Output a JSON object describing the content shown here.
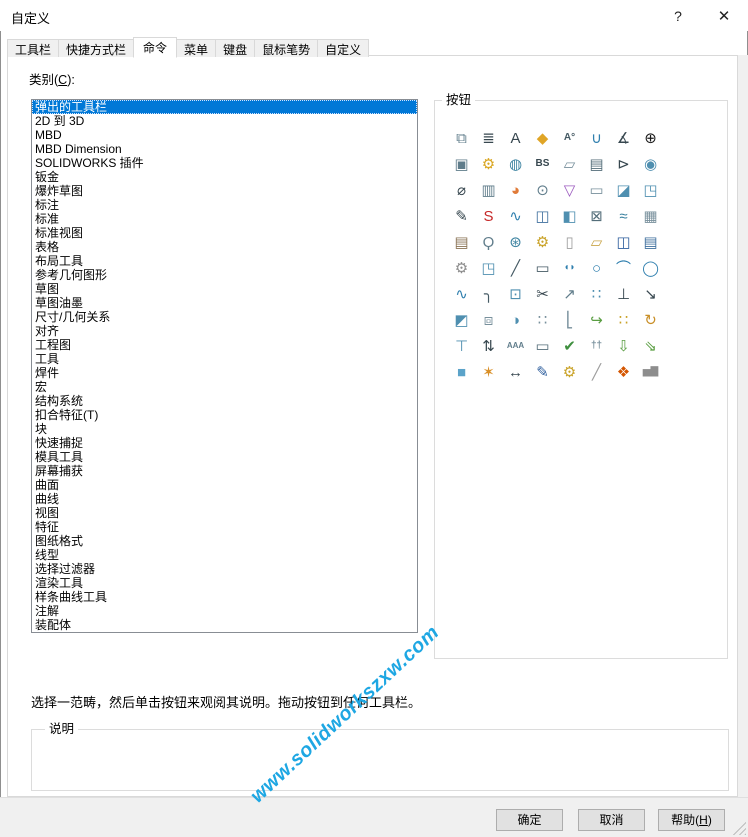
{
  "window": {
    "title": "自定义",
    "help_glyph": "?",
    "close_glyph": "✕"
  },
  "tabs": [
    {
      "name": "toolbars",
      "label": "工具栏",
      "active": false
    },
    {
      "name": "shortcut-bars",
      "label": "快捷方式栏",
      "active": false
    },
    {
      "name": "commands",
      "label": "命令",
      "active": true
    },
    {
      "name": "menus",
      "label": "菜单",
      "active": false
    },
    {
      "name": "keyboard",
      "label": "键盘",
      "active": false
    },
    {
      "name": "mouse-gestures",
      "label": "鼠标笔势",
      "active": false
    },
    {
      "name": "customizations",
      "label": "自定义",
      "active": false
    }
  ],
  "categories": {
    "label_prefix": "类别(",
    "label_key": "C",
    "label_suffix": "):",
    "selected_index": 0,
    "items": [
      "弹出的工具栏",
      "2D 到 3D",
      "MBD",
      "MBD Dimension",
      "SOLIDWORKS 插件",
      "钣金",
      "爆炸草图",
      "标注",
      "标准",
      "标准视图",
      "表格",
      "布局工具",
      "参考几何图形",
      "草图",
      "草图油墨",
      "尺寸/几何关系",
      "对齐",
      "工程图",
      "工具",
      "焊件",
      "宏",
      "结构系统",
      "扣合特征(T)",
      "块",
      "快速捕捉",
      "模具工具",
      "屏幕捕获",
      "曲面",
      "曲线",
      "视图",
      "特征",
      "图纸格式",
      "线型",
      "选择过滤器",
      "渲染工具",
      "样条曲线工具",
      "注解",
      "装配体"
    ]
  },
  "buttons_group": {
    "label": "按钮",
    "icons": [
      {
        "n": "orientation-cube-icon",
        "g": "⧉",
        "c": "#607d8b"
      },
      {
        "n": "feature-tree-icon",
        "g": "≣",
        "c": "#37474f"
      },
      {
        "n": "format-text-icon",
        "g": "A",
        "c": "#37474f"
      },
      {
        "n": "wrap-icon",
        "g": "◆",
        "c": "#e0a526"
      },
      {
        "n": "note-icon",
        "g": "A°",
        "c": "#455a64"
      },
      {
        "n": "spline-u-icon",
        "g": "∪",
        "c": "#2f7fae"
      },
      {
        "n": "angle-measure-icon",
        "g": "∡",
        "c": "#37474f"
      },
      {
        "n": "origin-icon",
        "g": "⊕",
        "c": "#1a1a1a"
      },
      {
        "n": "sketch-picture-icon",
        "g": "▣",
        "c": "#607d8b"
      },
      {
        "n": "smart-fastener-icon",
        "g": "⚙",
        "c": "#d9a621"
      },
      {
        "n": "rotate-view-icon",
        "g": "◍",
        "c": "#3b82a0"
      },
      {
        "n": "text-style-icon",
        "g": "BS",
        "c": "#37474f"
      },
      {
        "n": "plane-icon",
        "g": "▱",
        "c": "#78909c"
      },
      {
        "n": "appearance-icon",
        "g": "▤",
        "c": "#546e7a"
      },
      {
        "n": "run-macro-icon",
        "g": "⊳",
        "c": "#37474f"
      },
      {
        "n": "extrude-icon",
        "g": "◉",
        "c": "#4f8fb0"
      },
      {
        "n": "measure-circle-icon",
        "g": "⌀",
        "c": "#37474f"
      },
      {
        "n": "animation-strip-icon",
        "g": "▥",
        "c": "#607d8b"
      },
      {
        "n": "realview-sphere-icon",
        "g": "◕",
        "c": "#e07b39"
      },
      {
        "n": "camera-icon",
        "g": "⊙",
        "c": "#607d8b"
      },
      {
        "n": "filter-icon",
        "g": "▽",
        "c": "#9c5bbf"
      },
      {
        "n": "viewport-icon",
        "g": "▭",
        "c": "#78909c"
      },
      {
        "n": "section-cube-icon",
        "g": "◪",
        "c": "#4f8fb0"
      },
      {
        "n": "sketch-grid-icon",
        "g": "◳",
        "c": "#4f8fb0"
      },
      {
        "n": "freehand-pen-icon",
        "g": "✎",
        "c": "#37474f"
      },
      {
        "n": "solidworks-box-icon",
        "g": "S",
        "c": "#c62828"
      },
      {
        "n": "spline-icon",
        "g": "∿",
        "c": "#2f7fae"
      },
      {
        "n": "save-sketch-icon",
        "g": "◫",
        "c": "#3f6f9e"
      },
      {
        "n": "pack-cube-icon",
        "g": "◧",
        "c": "#4f8fb0"
      },
      {
        "n": "delete-frame-icon",
        "g": "⊠",
        "c": "#546e7a"
      },
      {
        "n": "sweep-ribbon-icon",
        "g": "≈",
        "c": "#3b82a0"
      },
      {
        "n": "table-icon",
        "g": "▦",
        "c": "#78909c"
      },
      {
        "n": "design-library-icon",
        "g": "▤",
        "c": "#8a7355"
      },
      {
        "n": "search-icon",
        "g": "Ϙ",
        "c": "#607d8b"
      },
      {
        "n": "globe-icon",
        "g": "⊛",
        "c": "#3b82a0"
      },
      {
        "n": "addins-gear-icon",
        "g": "⚙",
        "c": "#c9a227"
      },
      {
        "n": "new-document-icon",
        "g": "▯",
        "c": "#9e9e9e"
      },
      {
        "n": "open-folder-icon",
        "g": "▱",
        "c": "#caa64b"
      },
      {
        "n": "save-icon",
        "g": "◫",
        "c": "#2f5f9e"
      },
      {
        "n": "print-icon",
        "g": "▤",
        "c": "#3f6f9e"
      },
      {
        "n": "options-gear-icon",
        "g": "⚙",
        "c": "#8d8d8d"
      },
      {
        "n": "corner-grid-icon",
        "g": "◳",
        "c": "#4f8fb0"
      },
      {
        "n": "line-icon",
        "g": "╱",
        "c": "#455a64"
      },
      {
        "n": "rectangle-icon",
        "g": "▭",
        "c": "#455a64"
      },
      {
        "n": "slot-icon",
        "g": "◖◗",
        "c": "#2f7fae"
      },
      {
        "n": "circle-icon",
        "g": "○",
        "c": "#2f7fae"
      },
      {
        "n": "arc-icon",
        "g": "⌒",
        "c": "#2f7fae"
      },
      {
        "n": "perimeter-circle-icon",
        "g": "◯",
        "c": "#2f7fae"
      },
      {
        "n": "style-spline-icon",
        "g": "∿",
        "c": "#2f7fae"
      },
      {
        "n": "corner-fillet-icon",
        "g": "╮",
        "c": "#455a64"
      },
      {
        "n": "box-cube-icon",
        "g": "⊡",
        "c": "#4f8fb0"
      },
      {
        "n": "trim-icon",
        "g": "✂",
        "c": "#37474f"
      },
      {
        "n": "extend-icon",
        "g": "↗",
        "c": "#607d8b"
      },
      {
        "n": "linear-pattern-icon",
        "g": "∷",
        "c": "#4f8fb0"
      },
      {
        "n": "normal-to-icon",
        "g": "⊥",
        "c": "#37474f"
      },
      {
        "n": "diagonal-dimension-icon",
        "g": "↘",
        "c": "#37474f"
      },
      {
        "n": "isometric-cube-icon",
        "g": "◩",
        "c": "#4f8fb0"
      },
      {
        "n": "framed-view-icon",
        "g": "⧈",
        "c": "#78909c"
      },
      {
        "n": "shaded-cube-icon",
        "g": "◑",
        "c": "#4f8fb0"
      },
      {
        "n": "pattern-icon",
        "g": "∷",
        "c": "#78909c"
      },
      {
        "n": "bracket-icon",
        "g": "⎣",
        "c": "#78909c"
      },
      {
        "n": "insert-part-icon",
        "g": "↪",
        "c": "#5a9e42"
      },
      {
        "n": "sketch-pattern-icon",
        "g": "∷",
        "c": "#c9a227"
      },
      {
        "n": "replace-icon",
        "g": "↻",
        "c": "#c98f27"
      },
      {
        "n": "cube-top-icon",
        "g": "⊤",
        "c": "#4f8fb0"
      },
      {
        "n": "swap-arrows-icon",
        "g": "⇅",
        "c": "#37474f"
      },
      {
        "n": "spell-check-icon",
        "g": "AAA",
        "c": "#607d8b"
      },
      {
        "n": "monitor-icon",
        "g": "▭",
        "c": "#546e7a"
      },
      {
        "n": "verify-check-icon",
        "g": "✔",
        "c": "#3f8f3f"
      },
      {
        "n": "fasteners-icon",
        "g": "††",
        "c": "#78909c"
      },
      {
        "n": "export-down-icon",
        "g": "⇩",
        "c": "#5a9e42"
      },
      {
        "n": "cascade-steps-icon",
        "g": "⇘",
        "c": "#5a9e42"
      },
      {
        "n": "solid-cube-icon",
        "g": "■",
        "c": "#5ba3c9"
      },
      {
        "n": "magic-wand-icon",
        "g": "✶",
        "c": "#d98f27"
      },
      {
        "n": "horizontal-dimension-icon",
        "g": "↔",
        "c": "#37474f"
      },
      {
        "n": "ink-pen-icon",
        "g": "✎",
        "c": "#2f5f9e"
      },
      {
        "n": "fastener-gear-icon",
        "g": "⚙",
        "c": "#c9a227"
      },
      {
        "n": "ruler-icon",
        "g": "╱",
        "c": "#9e9e9e"
      },
      {
        "n": "color-cubes-icon",
        "g": "❖",
        "c": "#d45500"
      },
      {
        "n": "statistics-icon",
        "g": "▅▇",
        "c": "#8d8d8d"
      }
    ]
  },
  "hint": "选择一范畴，然后单击按钮来观阅其说明。拖动按钮到任何工具栏。",
  "description_group": {
    "label": "说明"
  },
  "watermark": "www.solidworkszxw.com",
  "footer": {
    "ok": "确定",
    "cancel": "取消",
    "help_prefix": "帮助(",
    "help_key": "H",
    "help_suffix": ")"
  },
  "colors": {
    "selection": "#0078d7",
    "watermark": "#1ea7e3",
    "footer_bg": "#f0f0f0"
  }
}
